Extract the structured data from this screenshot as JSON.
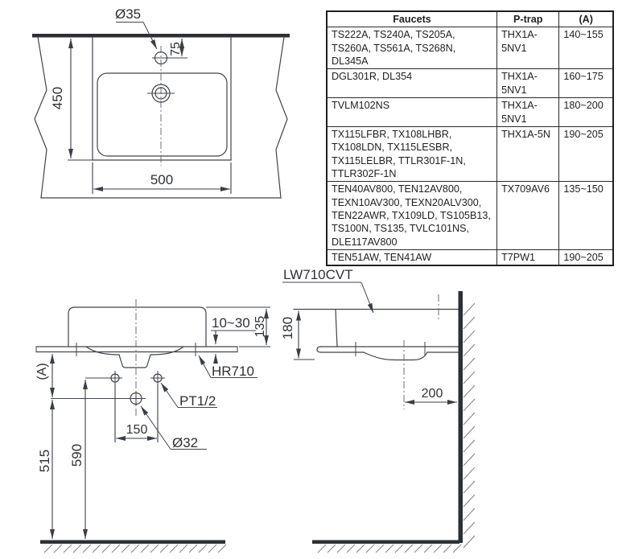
{
  "table": {
    "headers": {
      "faucets": "Faucets",
      "ptrap": "P-trap",
      "a": "(A)"
    },
    "rows": [
      {
        "faucets": "TS222A, TS240A, TS205A, TS260A, TS561A, TS268N, DL345A",
        "ptrap": "THX1A-5NV1",
        "a": "140~155"
      },
      {
        "faucets": "DGL301R, DL354",
        "ptrap": "THX1A-5NV1",
        "a": "160~175"
      },
      {
        "faucets": "TVLM102NS",
        "ptrap": "THX1A-5NV1",
        "a": "180~200"
      },
      {
        "faucets": "TX115LFBR, TX108LHBR, TX108LDN, TX115LESBR, TX115LELBR, TTLR301F-1N, TTLR302F-1N",
        "ptrap": "THX1A-5N",
        "a": "190~205"
      },
      {
        "faucets": "TEN40AV800, TEN12AV800, TEXN10AV300, TEXN20ALV300, TEN22AWR, TX109LD, TS105B13, TS100N, TS135, TVLC101NS, DLE117AV800",
        "ptrap": "TX709AV6",
        "a": "135~150"
      },
      {
        "faucets": "TEN51AW, TEN41AW",
        "ptrap": "T7PW1",
        "a": "190~205"
      }
    ]
  },
  "top_view": {
    "hole_label": "Ø35",
    "hole_offset": "75",
    "basin_depth": "450",
    "basin_width": "500"
  },
  "front_view": {
    "rim_height": "135",
    "counter_thickness": "10~30",
    "hanger_label": "HR710",
    "counter_to_trap": "(A)",
    "supply_label": "PT1/2",
    "supply_spacing": "150",
    "drain_label": "Ø32",
    "trap_height": "515",
    "supply_height": "590"
  },
  "side_view": {
    "model_label": "LW710CVT",
    "overall_depth": "180",
    "drain_to_wall": "200"
  },
  "colors": {
    "line": "#40444b",
    "solid_fill": "#2b3036",
    "text": "#2f3134",
    "background": "#ffffff"
  }
}
